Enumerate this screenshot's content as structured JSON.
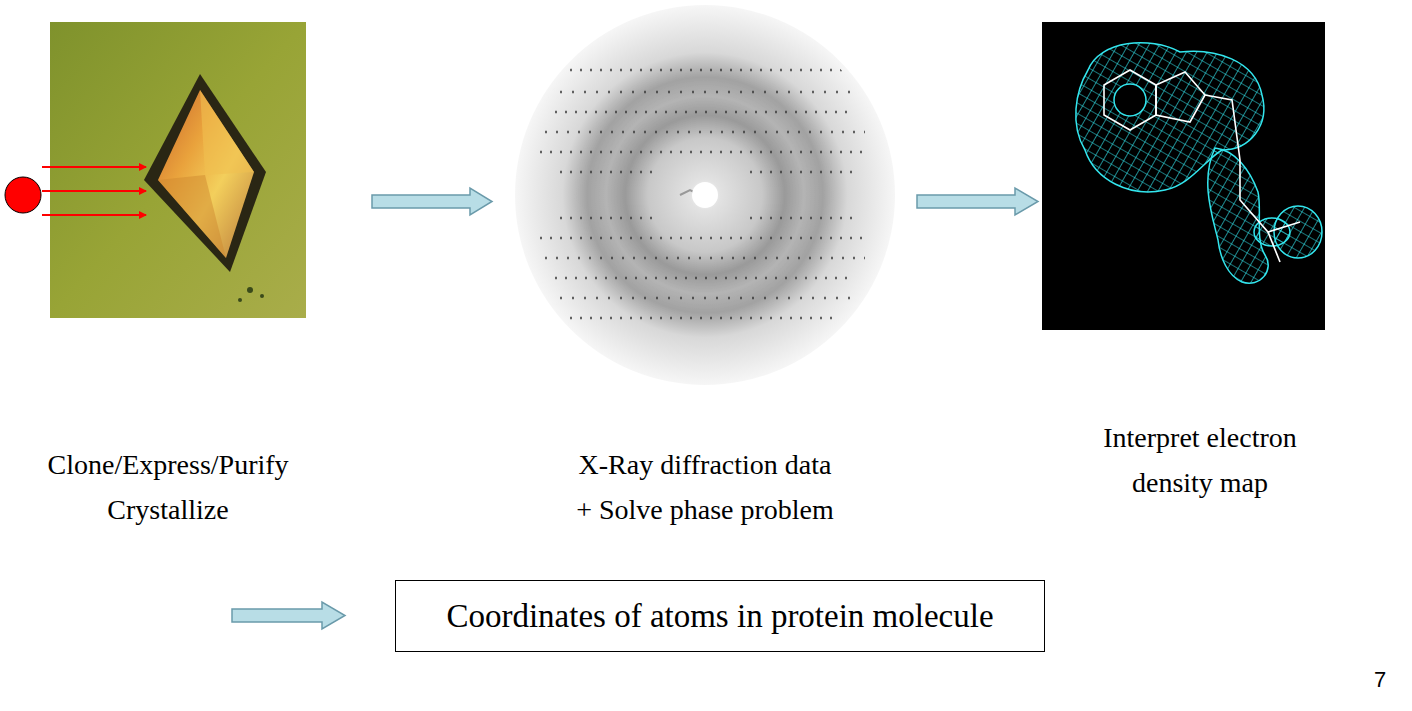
{
  "diagram": {
    "nodes": [
      {
        "text": [
          "Coordinates of atoms in protein molecule"
        ]
      }
    ],
    "labels": [
      "Clone/Express/Purify Crystallize",
      "X-Ray diffraction data + Solve phase problem",
      "Interpret electron density map",
      "7"
    ]
  }
}
